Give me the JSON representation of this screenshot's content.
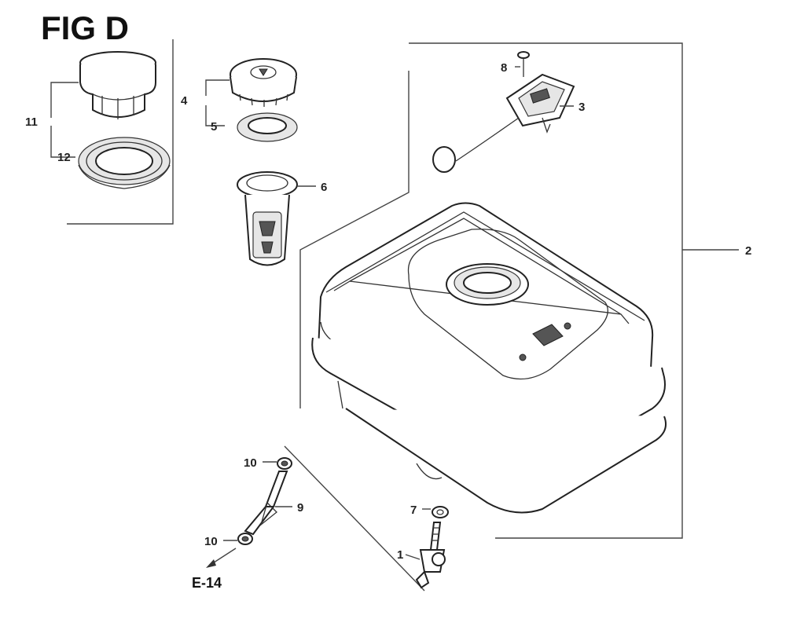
{
  "figure": {
    "title": "FIG D",
    "reference": "E-14"
  },
  "callouts": [
    {
      "id": "1",
      "label": "1",
      "part": "fuel-valve"
    },
    {
      "id": "2",
      "label": "2",
      "part": "fuel-tank"
    },
    {
      "id": "3",
      "label": "3",
      "part": "fuel-gauge"
    },
    {
      "id": "4",
      "label": "4",
      "part": "fuel-cap"
    },
    {
      "id": "5",
      "label": "5",
      "part": "cap-gasket"
    },
    {
      "id": "6",
      "label": "6",
      "part": "fuel-strainer"
    },
    {
      "id": "7",
      "label": "7",
      "part": "valve-washer"
    },
    {
      "id": "8",
      "label": "8",
      "part": "gauge-screw"
    },
    {
      "id": "9",
      "label": "9",
      "part": "fuel-tube"
    },
    {
      "id": "10a",
      "label": "10",
      "part": "tube-clip-upper"
    },
    {
      "id": "10b",
      "label": "10",
      "part": "tube-clip-lower"
    },
    {
      "id": "11",
      "label": "11",
      "part": "alt-fuel-cap"
    },
    {
      "id": "12",
      "label": "12",
      "part": "alt-cap-filter"
    }
  ]
}
